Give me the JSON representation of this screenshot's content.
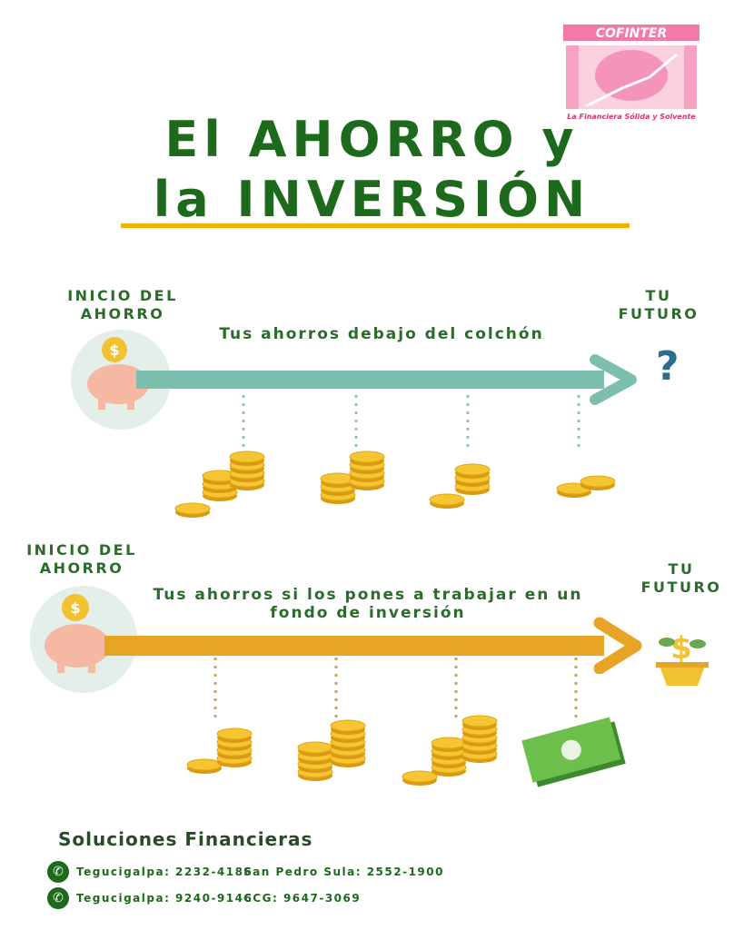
{
  "logo": {
    "name": "COFINTER",
    "tagline": "La Financiera Sólida y Solvente"
  },
  "title": {
    "line1": "El AHORRO y",
    "line2": "la INVERSIÓN"
  },
  "row1": {
    "start": "INICIO DEL AHORRO",
    "end": "TU FUTURO",
    "caption": "Tus ahorros debajo del colchón",
    "end_symbol": "?"
  },
  "row2": {
    "start": "INICIO DEL AHORRO",
    "end": "TU FUTURO",
    "caption_line1": "Tus ahorros si los pones a trabajar en un",
    "caption_line2": "fondo de inversión"
  },
  "footer": {
    "heading": "Soluciones Financieras",
    "contacts": [
      {
        "icon": "phone-icon",
        "a": "Tegucigalpa:  2232-4186",
        "b": "San Pedro Sula: 2552-1900"
      },
      {
        "icon": "whatsapp-icon",
        "a": "Tegucigalpa:  9240-9146",
        "b": "CCG: 9647-3069"
      }
    ]
  },
  "colors": {
    "green": "#1d6a1d",
    "teal": "#7dbfae",
    "orange": "#e8a424",
    "yellow": "#f0b400",
    "pink": "#f06aa0"
  }
}
